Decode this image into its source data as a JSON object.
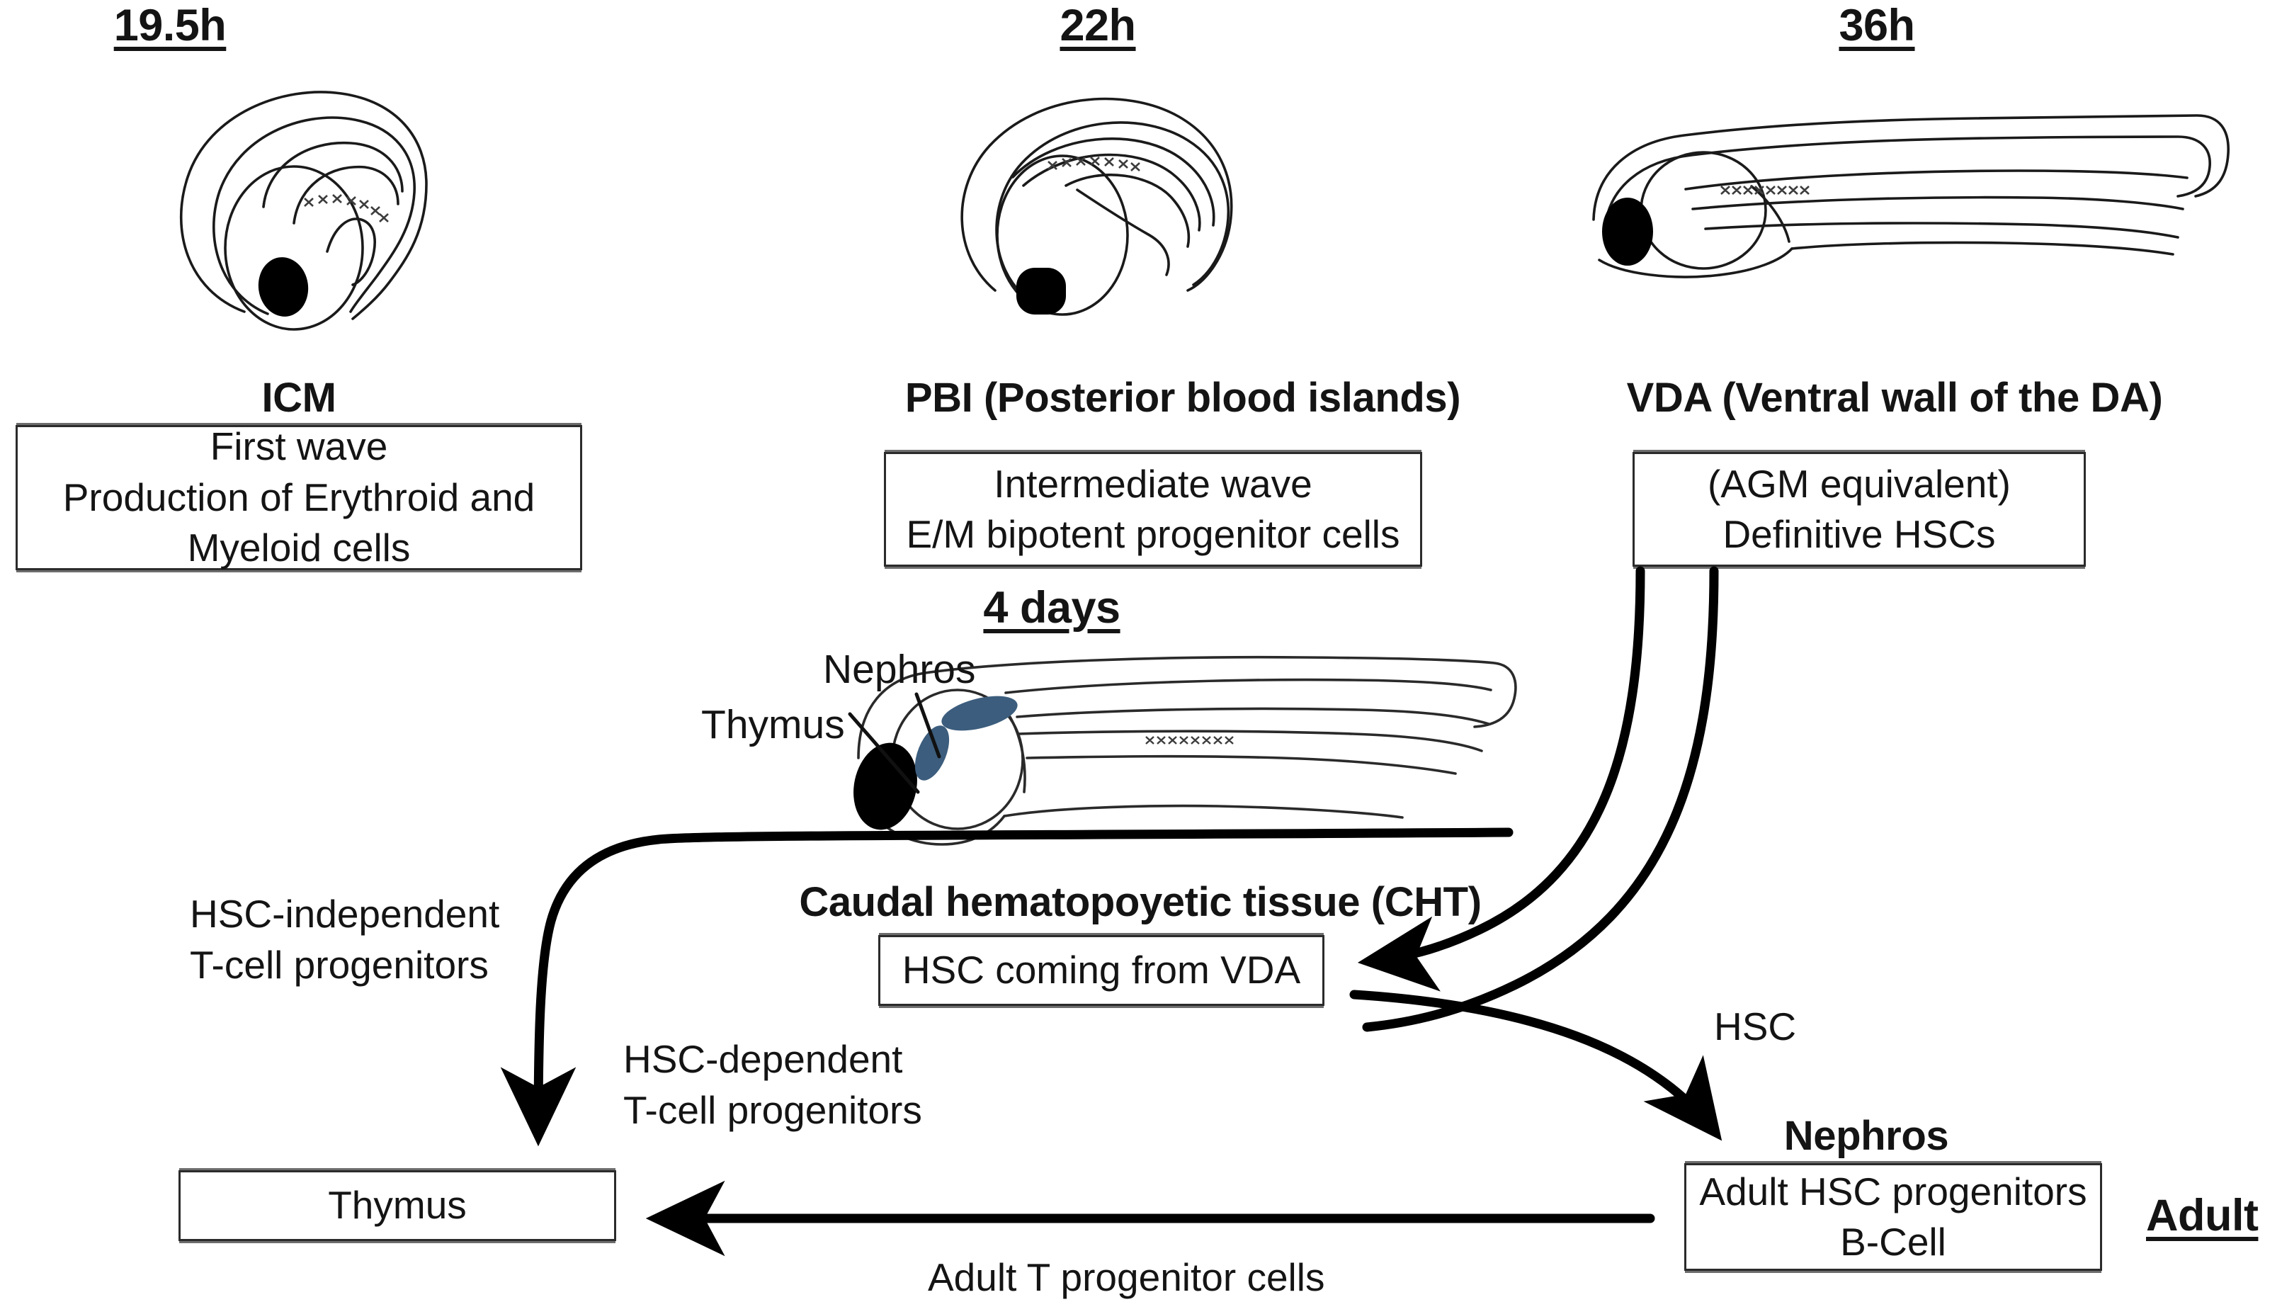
{
  "stages": [
    {
      "id": "s1",
      "time_label": "19.5h"
    },
    {
      "id": "s2",
      "time_label": "22h"
    },
    {
      "id": "s3",
      "time_label": "36h"
    },
    {
      "id": "s4",
      "time_label": "4 days"
    }
  ],
  "regions": {
    "icm": {
      "title": "ICM",
      "lines": [
        "First wave",
        "Production of Erythroid and",
        "Myeloid cells"
      ]
    },
    "pbi": {
      "title": "PBI (Posterior blood islands)",
      "lines": [
        "Intermediate wave",
        "E/M bipotent progenitor cells"
      ]
    },
    "vda": {
      "title": "VDA (Ventral wall of the DA)",
      "lines": [
        "(AGM equivalent)",
        "Definitive HSCs"
      ]
    },
    "cht": {
      "title": "Caudal hematopoyetic tissue (CHT)",
      "lines": [
        "HSC coming from VDA"
      ]
    },
    "thymus_box": {
      "lines": [
        "Thymus"
      ]
    },
    "nephros_box": {
      "title": "Nephros",
      "lines": [
        "Adult HSC progenitors",
        "B-Cell"
      ]
    }
  },
  "callouts": {
    "thymus": "Thymus",
    "nephros": "Nephros"
  },
  "arrow_labels": {
    "hsc_independent": [
      "HSC-independent",
      "T-cell progenitors"
    ],
    "hsc_dependent": [
      "HSC-dependent",
      "T-cell progenitors"
    ],
    "hsc": "HSC",
    "adult_t_progenitors": "Adult T progenitor cells"
  },
  "adult_label": "Adult",
  "colors": {
    "ink": "#141414",
    "line": "#2b2b2b",
    "organ_blue": "#3c5d7d",
    "yolk_black": "#000000",
    "background": "#ffffff"
  }
}
